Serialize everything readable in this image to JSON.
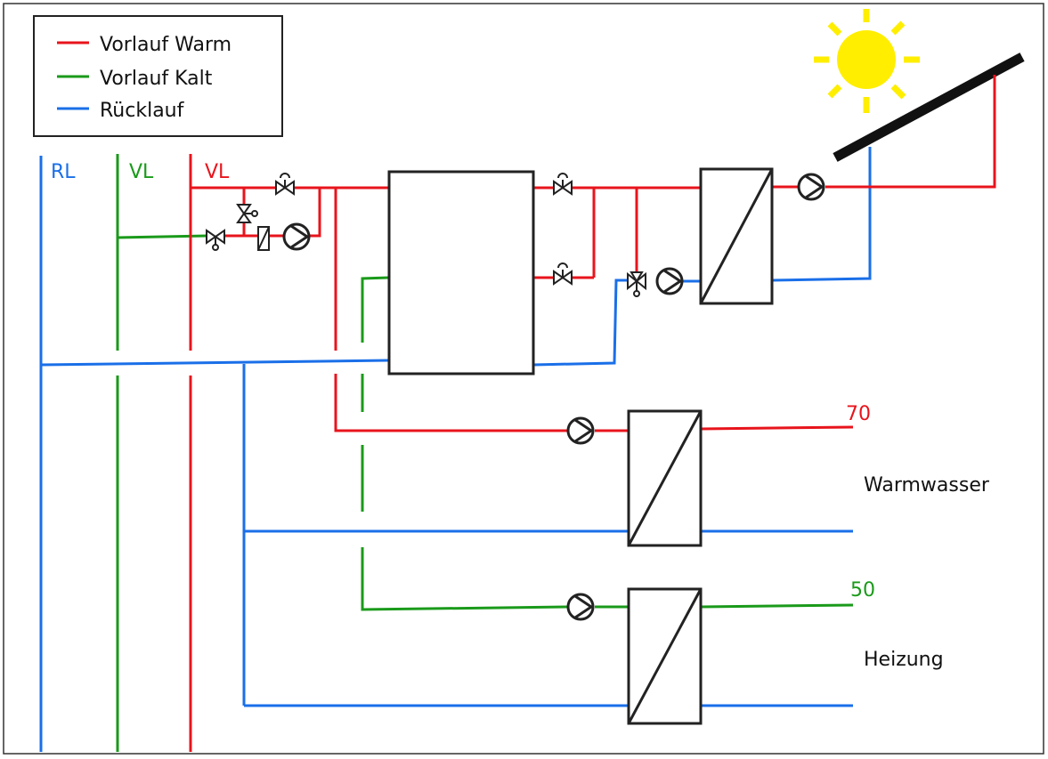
{
  "legend": {
    "items": [
      {
        "label": "Vorlauf Warm",
        "color": "#e8141c"
      },
      {
        "label": "Vorlauf Kalt",
        "color": "#1a9a1a"
      },
      {
        "label": "Rücklauf",
        "color": "#1a6fe8"
      }
    ]
  },
  "headers": {
    "rl": "RL",
    "vl_cold": "VL",
    "vl_warm": "VL"
  },
  "outputs": {
    "warm_temp": "70",
    "warm_label": "Warmwasser",
    "heat_temp": "50",
    "heat_label": "Heizung"
  },
  "colors": {
    "warm": "#e8141c",
    "cold": "#1a9a1a",
    "return": "#1a6fe8",
    "sun": "#ffee00"
  },
  "icons": [
    "sun-icon",
    "pump-icon",
    "valve-icon",
    "three-way-valve-icon",
    "check-valve-icon",
    "heat-exchanger-icon",
    "solar-collector-icon",
    "storage-tank-icon"
  ]
}
